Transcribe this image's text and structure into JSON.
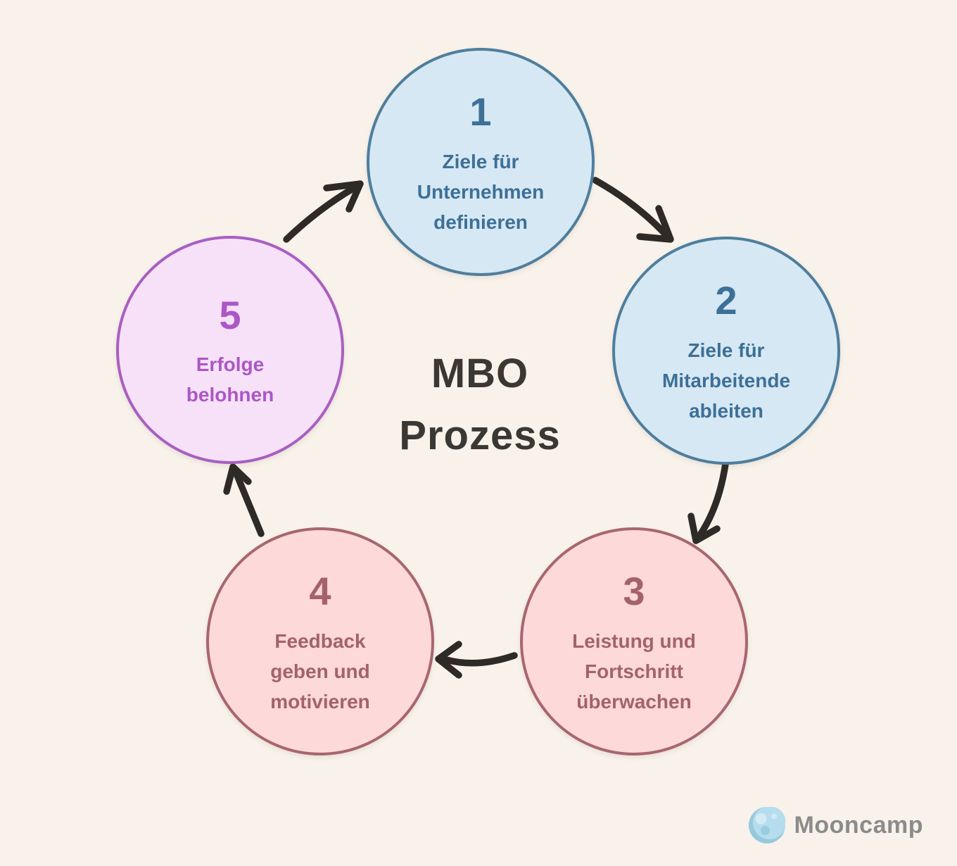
{
  "diagram": {
    "title": "MBO\nProzess",
    "title_color": "#3b3733",
    "background_color": "#f8f2eb",
    "arrow_color": "#2e2a25"
  },
  "circles": [
    {
      "number": "1",
      "label": "Ziele für\nUnternehmen\ndefinieren",
      "fill": "#d6e8f4",
      "border": "#4e7e9d",
      "text_color": "#3d7097"
    },
    {
      "number": "2",
      "label": "Ziele für\nMitarbeitende\nableiten",
      "fill": "#d6e8f4",
      "border": "#4e7e9d",
      "text_color": "#3d7097"
    },
    {
      "number": "3",
      "label": "Leistung und\nFortschritt\nüberwachen",
      "fill": "#fdd9d9",
      "border": "#a8666d",
      "text_color": "#a4626c"
    },
    {
      "number": "4",
      "label": "Feedback\ngeben und\nmotivieren",
      "fill": "#fdd9d9",
      "border": "#a8666d",
      "text_color": "#a4626c"
    },
    {
      "number": "5",
      "label": "Erfolge\nbelohnen",
      "fill": "#f6e1f8",
      "border": "#a95fc2",
      "text_color": "#ab57c6"
    }
  ],
  "logo": {
    "text": "Mooncamp",
    "text_color": "#8b8b8b",
    "moon_shade": "#96c9dd",
    "moon_body": "#b6dded",
    "moon_crater": "#d2eaf4"
  }
}
